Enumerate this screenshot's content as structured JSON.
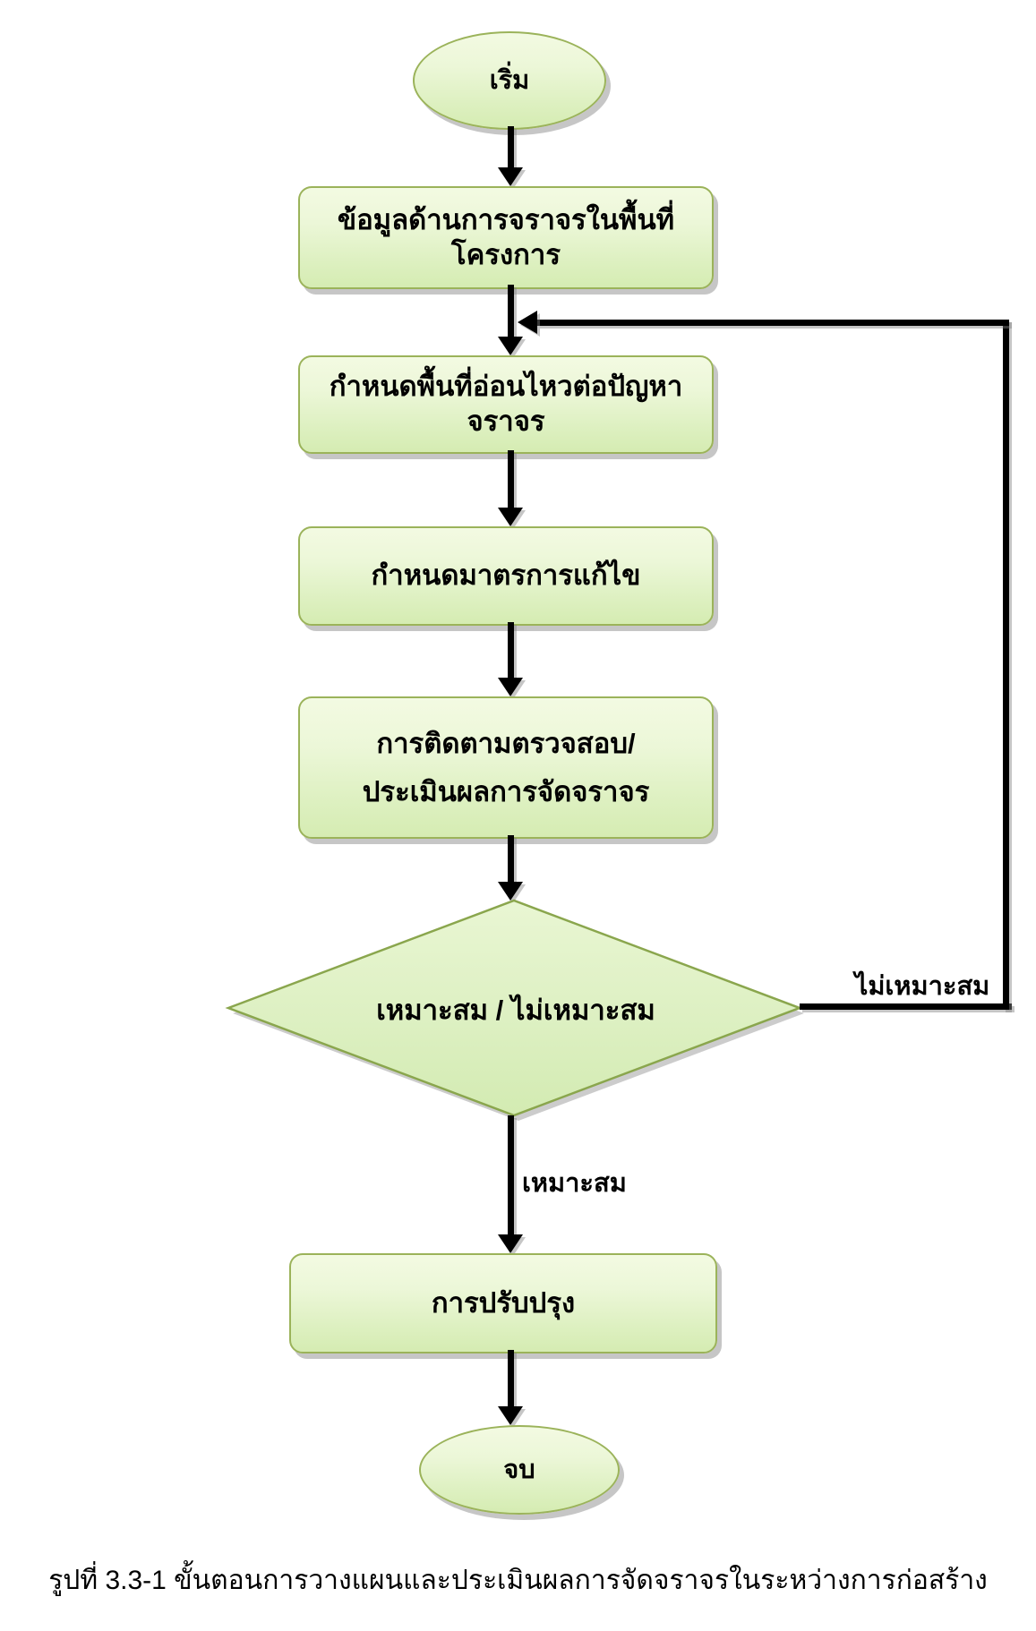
{
  "figure": {
    "caption": "รูปที่ 3.3-1 ขั้นตอนการวางแผนและประเมินผลการจัดจราจรในระหว่างการก่อสร้าง"
  },
  "flowchart": {
    "nodes": {
      "start": {
        "type": "terminator",
        "label": "เริ่ม"
      },
      "traffic_data": {
        "type": "process",
        "label": "ข้อมูลด้านการจราจรในพื้นที่โครงการ"
      },
      "sensitive_area": {
        "type": "process",
        "label": "กำหนดพื้นที่อ่อนไหวต่อปัญหาจราจร"
      },
      "measures": {
        "type": "process",
        "label": "กำหนดมาตรการแก้ไข"
      },
      "monitoring": {
        "type": "process",
        "label_line1": "การติดตามตรวจสอบ/",
        "label_line2": "ประเมินผลการจัดจราจร"
      },
      "decision": {
        "type": "decision",
        "label": "เหมาะสม / ไม่เหมาะสม"
      },
      "improvement": {
        "type": "process",
        "label": "การปรับปรุง"
      },
      "end": {
        "type": "terminator",
        "label": "จบ"
      }
    },
    "edge_labels": {
      "not_appropriate": "ไม่เหมาะสม",
      "appropriate": "เหมาะสม"
    },
    "colors": {
      "node_fill_top": "#f3fae2",
      "node_fill_bottom": "#d5ecb2",
      "node_border": "#9bb35a",
      "diamond_border": "#8aa64d",
      "arrow": "#000000",
      "shadow": "#808080",
      "text": "#000000",
      "background": "#ffffff"
    }
  }
}
